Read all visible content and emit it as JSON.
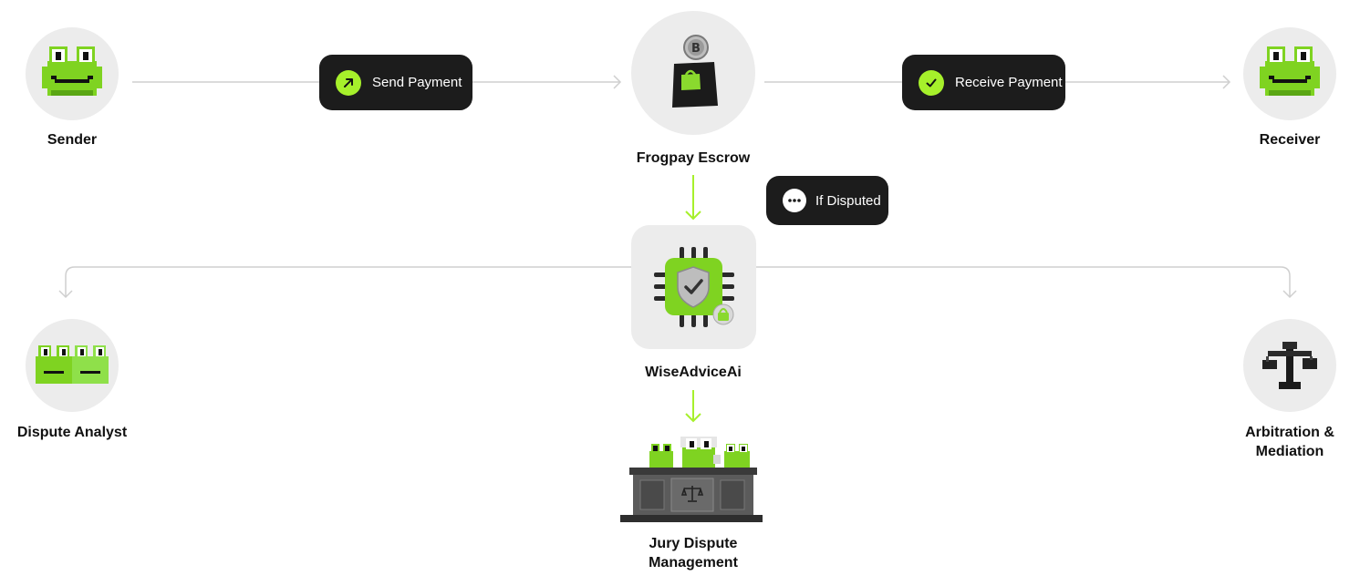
{
  "nodes": {
    "sender": "Sender",
    "escrow": "Frogpay Escrow",
    "receiver": "Receiver",
    "ai": "WiseAdviceAi",
    "analyst": "Dispute Analyst",
    "arbitration_line1": "Arbitration &",
    "arbitration_line2": "Mediation",
    "jury_line1": "Jury Dispute",
    "jury_line2": "Management"
  },
  "edges": {
    "send": "Send Payment",
    "receive": "Receive Payment",
    "disputed": "If Disputed"
  },
  "colors": {
    "accent": "#a6f02b",
    "pill": "#1c1c1c",
    "node_bg": "#ececec",
    "line": "#cfcfcf"
  },
  "icons": {
    "send": "arrow-up-right-icon",
    "receive": "check-icon",
    "disputed": "chat-bubble-icon"
  }
}
